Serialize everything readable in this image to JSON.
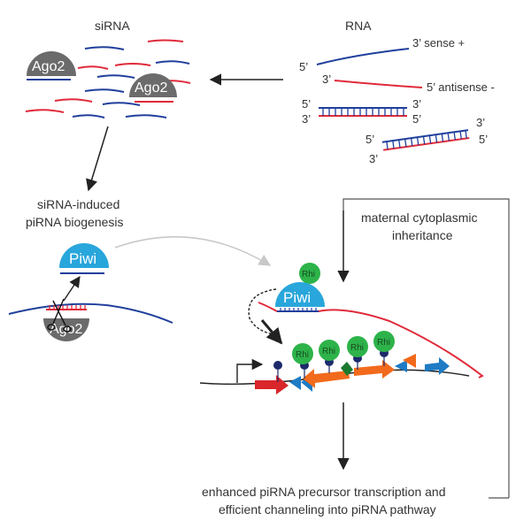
{
  "labels": {
    "sirna": "siRNA",
    "rna": "RNA",
    "sense": "3’ sense +",
    "antisense": "5’ antisense -",
    "five_prime": "5’",
    "three_prime": "3’",
    "sirna_induced_1": "siRNA-induced",
    "sirna_induced_2": "piRNA biogenesis",
    "maternal_1": "maternal cytoplasmic",
    "maternal_2": "inheritance",
    "enhanced_1": "enhanced piRNA precursor transcription and",
    "enhanced_2": "efficient channeling into piRNA pathway"
  },
  "proteins": {
    "ago2": "Ago2",
    "piwi": "Piwi",
    "rhi": "Rhi"
  },
  "colors": {
    "sense_strand": "#1f3f9c",
    "antisense_strand": "#e02a3a",
    "ago2_fill": "#6b6b6b",
    "piwi_fill": "#29a6db",
    "rhi_fill": "#2db34a",
    "rhi_dark": "#1a7a2e",
    "arrow_orange": "#f26a1b",
    "arrow_red": "#d9262a",
    "arrow_blue": "#1e7bc4",
    "navy_dot": "#1c2a6b",
    "dashed_arrow": "#c8c8c8"
  }
}
